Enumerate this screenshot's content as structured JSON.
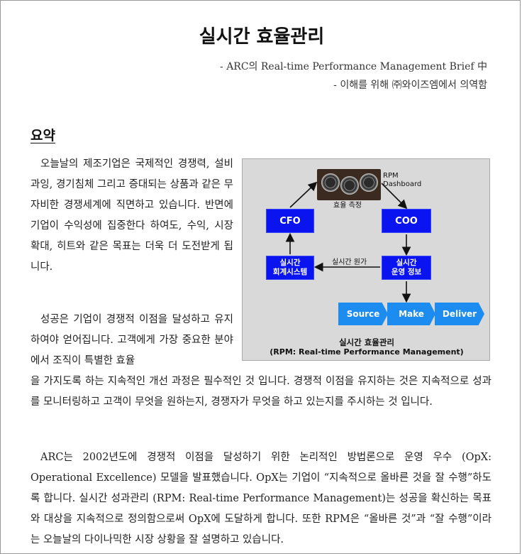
{
  "document": {
    "title": "실시간 효율관리",
    "subtitle_1": "- ARC의 Real-time Performance Management Brief 中",
    "subtitle_2": "- 이해를 위해 ㈜와이즈엠에서 의역함",
    "section_heading": "요약",
    "paragraph_1": "오늘날의 제조기업은 국제적인 경쟁력, 설비 과잉, 경기침체 그리고 증대되는 상품과 같은 무자비한 경쟁세계에 직면하고 있습니다. 반면에 기업이 수익성에 집중한다 하여도, 수익, 시장 확대, 히트와 같은 목표는 더욱 더 도전받게 됩니다.",
    "paragraph_2_part1": "성공은 기업이 경쟁적 이점을 달성하고 유지하여야 얻어집니다. 고객에게 가장 중요한 분야에서 조직이 특별한 효율",
    "paragraph_2_part2": "을 가지도록 하는 지속적인 개선 과정은 필수적인 것 입니다. 경쟁적 이점을 유지하는 것은 지속적으로 성과를 모니터링하고 고객이 무엇을 원하는지, 경쟁자가 무엇을 하고 있는지를 주시하는 것 입니다.",
    "paragraph_3": "ARC는 2002년도에 경쟁적 이점을 달성하기 위한 논리적인 방법론으로 운영 우수 (OpX: Operational Excellence) 모델을 발표했습니다. OpX는 기업이 “지속적으로 올바른 것을 잘 수행”하도록 합니다. 실시간 성과관리 (RPM: Real-time Performance Management)는 성공을 확신하는 목표와 대상을 지속적으로 정의함으로써 OpX에 도달하게 합니다. 또한 RPM은 “올바른 것”과 “잘 수행”이라는 오늘날의 다이나믹한 시장 상황을 잘 설명하고 있습니다."
  },
  "diagram": {
    "dashboard_label_1": "RPM",
    "dashboard_label_2": "Dashboard",
    "measure_label": "효율 측정",
    "cfo": "CFO",
    "coo": "COO",
    "accounting_1": "실시간",
    "accounting_2": "회계시스템",
    "operations_1": "실시간",
    "operations_2": "운영 정보",
    "cost_label": "실시간 원가",
    "steps": [
      "Source",
      "Make",
      "Deliver"
    ],
    "caption_1": "실시간 효율관리",
    "caption_2": "(RPM: Real-time Performance Management)"
  }
}
